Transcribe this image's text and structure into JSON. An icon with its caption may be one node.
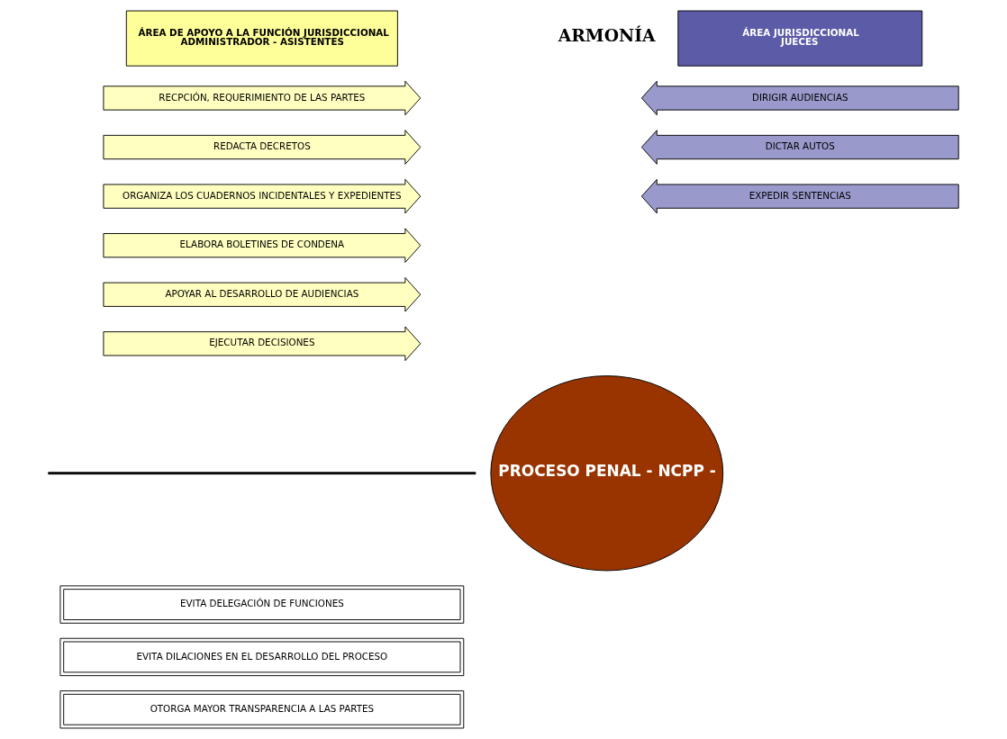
{
  "diagram": {
    "nodes": [
      {
        "text": [
          "ÁREA DE APOYO A LA FUNCIÓN JURISDICCIONAL",
          "ADMINISTRADOR - ASISTENTES"
        ]
      },
      {
        "text": [
          "ÁREA JURISDICCIONAL",
          "JUECES"
        ]
      },
      {
        "text": [
          "RECPCIÓN, REQUERIMIENTO DE LAS PARTES"
        ]
      },
      {
        "text": [
          "REDACTA DECRETOS"
        ]
      },
      {
        "text": [
          "ORGANIZA LOS CUADERNOS INCIDENTALES Y EXPEDIENTES"
        ]
      },
      {
        "text": [
          "ELABORA BOLETINES DE CONDENA"
        ]
      },
      {
        "text": [
          "APOYAR AL DESARROLLO DE AUDIENCIAS"
        ]
      },
      {
        "text": [
          "EJECUTAR DECISIONES"
        ]
      },
      {
        "text": [
          "PROCESO PENAL - NCPP -"
        ]
      },
      {
        "text": [
          "DIRIGIR AUDIENCIAS"
        ]
      },
      {
        "text": [
          "DICTAR AUTOS"
        ]
      },
      {
        "text": [
          "EXPEDIR SENTENCIAS"
        ]
      },
      {
        "text": [
          "EVITA DELEGACIÓN DE FUNCIONES"
        ]
      },
      {
        "text": [
          "EVITA DILACIONES EN EL DESARROLLO DEL PROCESO"
        ]
      },
      {
        "text": [
          "OTORGA MAYOR TRANSPARENCIA A LAS PARTES"
        ]
      }
    ],
    "edges": [],
    "labels": [
      "ARMONÍA"
    ]
  }
}
